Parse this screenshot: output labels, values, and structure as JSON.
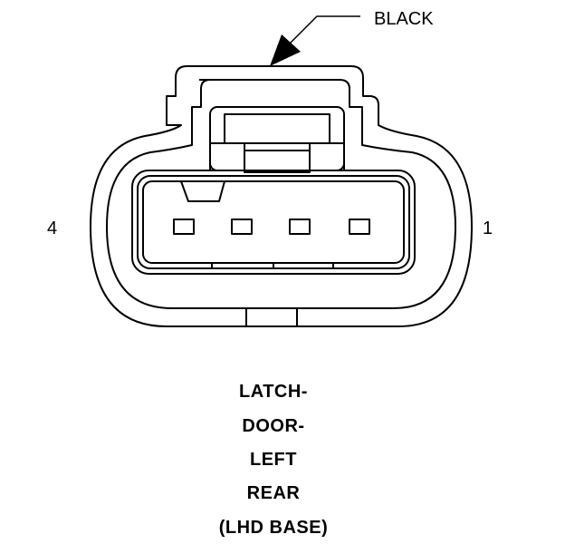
{
  "connector": {
    "color_label": "BLACK",
    "pin_left": "4",
    "pin_right": "1",
    "pin_count": 4
  },
  "caption": {
    "lines": [
      "LATCH-",
      "DOOR-",
      "LEFT",
      "REAR",
      "(LHD BASE)"
    ]
  }
}
